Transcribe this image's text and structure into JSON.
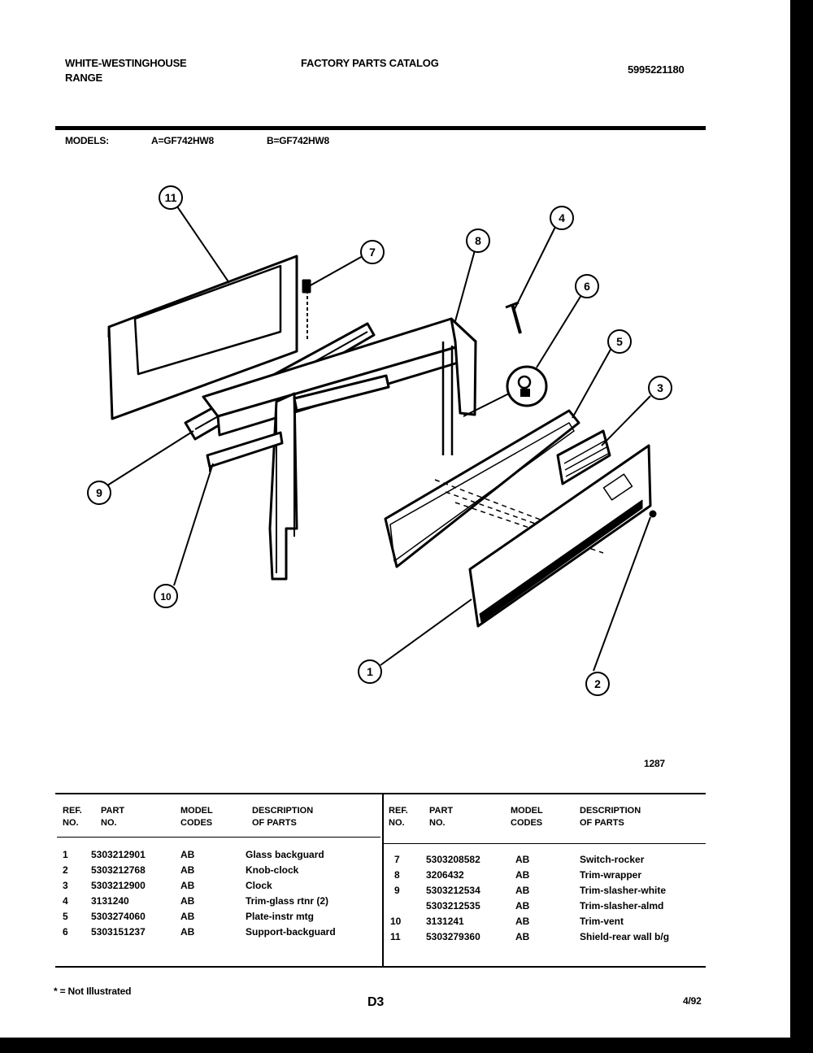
{
  "header": {
    "brand_line1": "WHITE-WESTINGHOUSE",
    "brand_line2": "RANGE",
    "catalog": "FACTORY PARTS CATALOG",
    "catalog_no": "5995221180"
  },
  "models": {
    "label": "MODELS:",
    "a": "A=GF742HW8",
    "b": "B=GF742HW8"
  },
  "diagram": {
    "callouts": [
      "1",
      "2",
      "3",
      "4",
      "5",
      "6",
      "7",
      "8",
      "9",
      "10",
      "11"
    ],
    "figure_no": "1287"
  },
  "table": {
    "headers": {
      "ref1": "REF.",
      "ref2": "NO.",
      "part1": "PART",
      "part2": "NO.",
      "model1": "MODEL",
      "model2": "CODES",
      "desc1": "DESCRIPTION",
      "desc2": "OF PARTS"
    },
    "left_rows": [
      {
        "ref": "1",
        "part": "5303212901",
        "codes": "AB",
        "desc": "Glass backguard"
      },
      {
        "ref": "2",
        "part": "5303212768",
        "codes": "AB",
        "desc": "Knob-clock"
      },
      {
        "ref": "3",
        "part": "5303212900",
        "codes": "AB",
        "desc": "Clock"
      },
      {
        "ref": "4",
        "part": "3131240",
        "codes": "AB",
        "desc": "Trim-glass rtnr (2)"
      },
      {
        "ref": "5",
        "part": "5303274060",
        "codes": "AB",
        "desc": "Plate-instr mtg"
      },
      {
        "ref": "6",
        "part": "5303151237",
        "codes": "AB",
        "desc": "Support-backguard"
      }
    ],
    "right_rows": [
      {
        "ref": "7",
        "part": "5303208582",
        "codes": "AB",
        "desc": "Switch-rocker"
      },
      {
        "ref": "8",
        "part": "3206432",
        "codes": "AB",
        "desc": "Trim-wrapper"
      },
      {
        "ref": "9",
        "part": "5303212534",
        "codes": "AB",
        "desc": "Trim-slasher-white"
      },
      {
        "ref": "",
        "part": "5303212535",
        "codes": "AB",
        "desc": "Trim-slasher-almd"
      },
      {
        "ref": "10",
        "part": "3131241",
        "codes": "AB",
        "desc": "Trim-vent"
      },
      {
        "ref": "11",
        "part": "5303279360",
        "codes": "AB",
        "desc": "Shield-rear wall b/g"
      }
    ]
  },
  "footer": {
    "note": "* = Not Illustrated",
    "page": "D3",
    "date": "4/92"
  }
}
